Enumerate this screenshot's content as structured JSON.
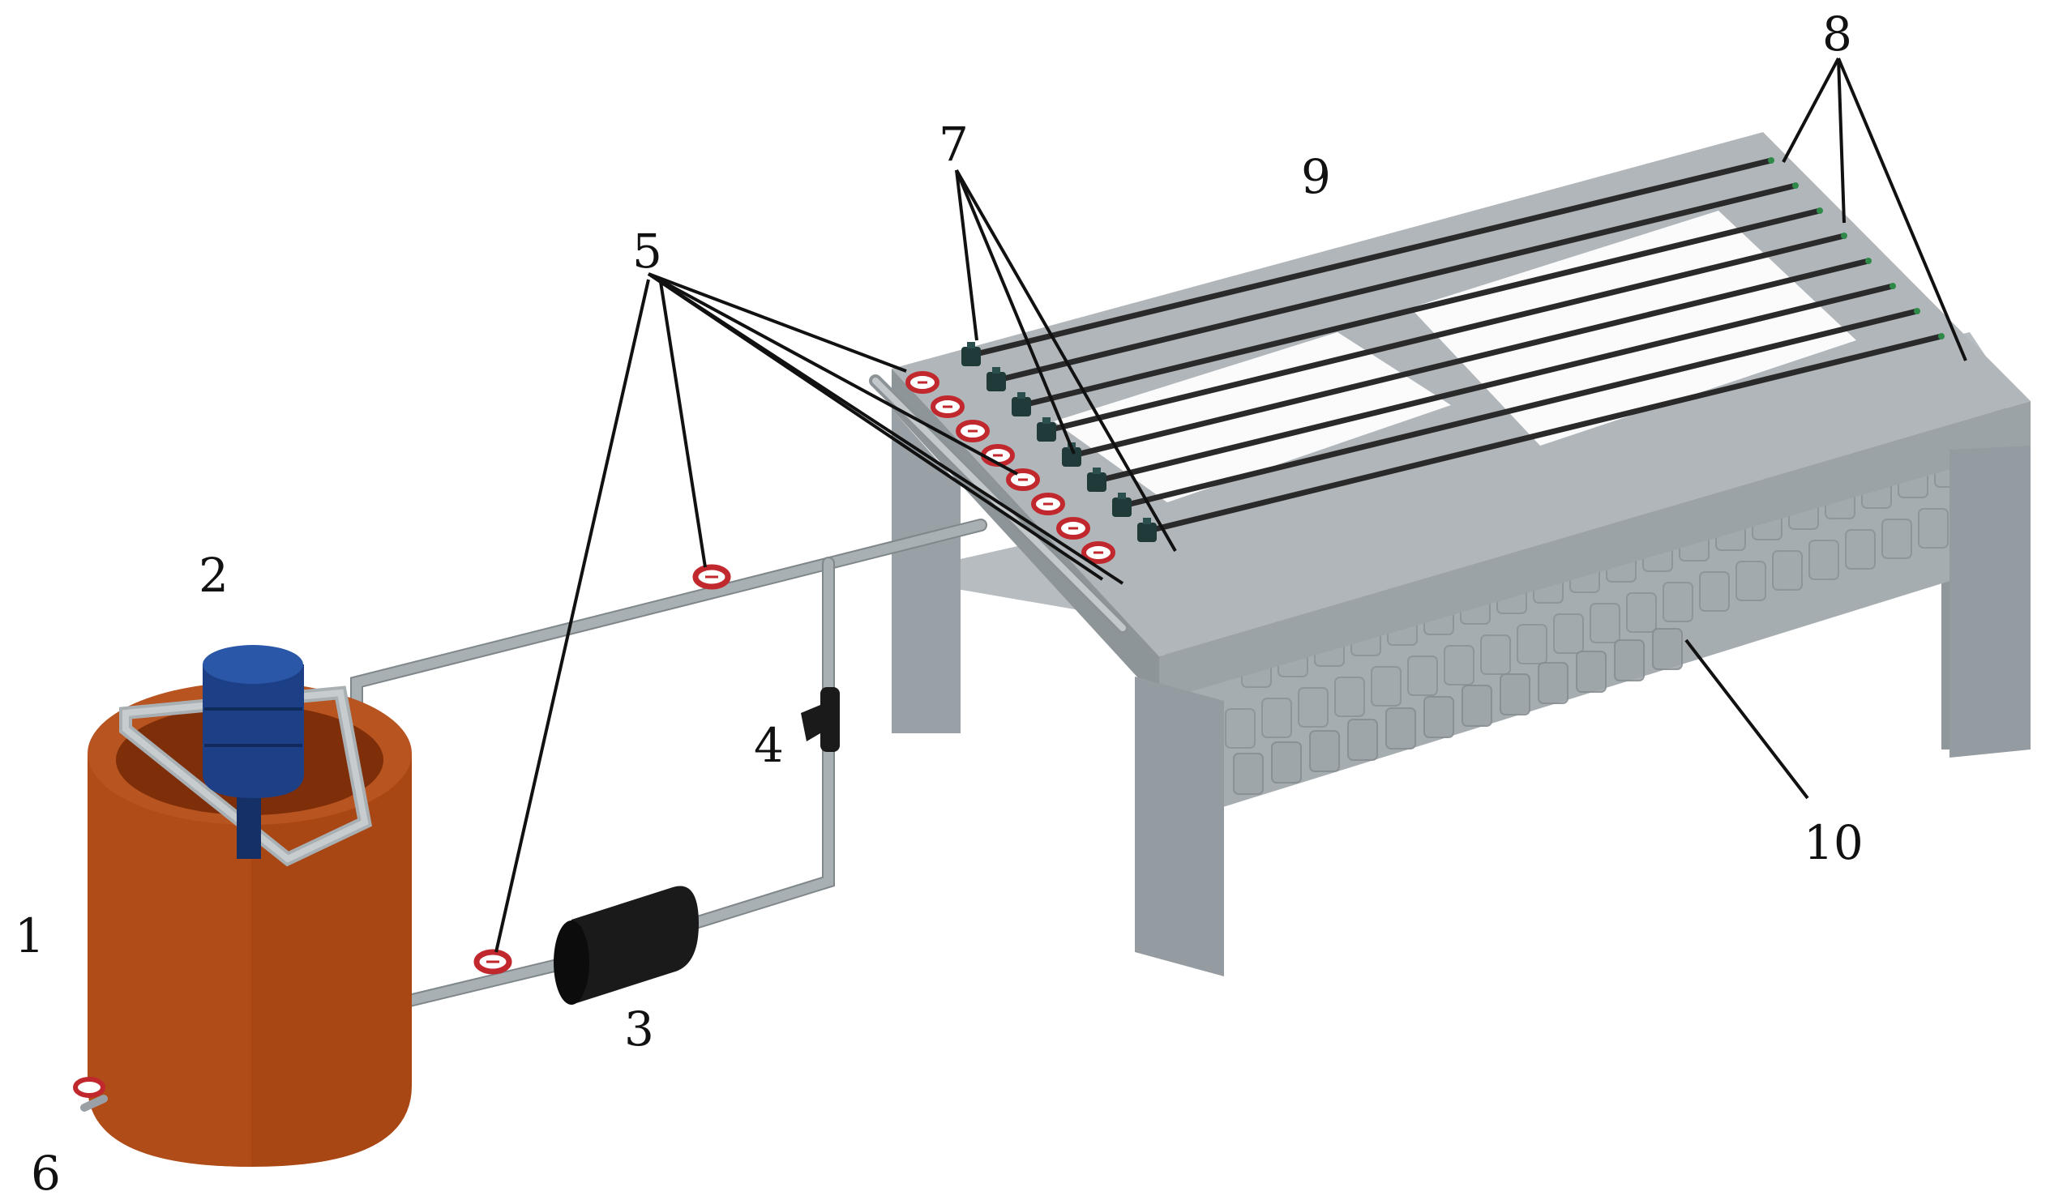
{
  "labels": {
    "l1": "1",
    "l2": "2",
    "l3": "3",
    "l4": "4",
    "l5": "5",
    "l6": "6",
    "l7": "7",
    "l8": "8",
    "l9": "9",
    "l10": "10"
  },
  "colors": {
    "tank": "#a94714",
    "tank_dark": "#7e2f0a",
    "motor": "#1c3f86",
    "pump": "#141414",
    "frame": "#9aa1a6",
    "frame_dark": "#7d8489",
    "frame_light": "#b3b9bd",
    "pipe": "#a9b0b4",
    "valve": "#c0282d",
    "tube": "#2a2a2a"
  },
  "icons": {
    "valve": "valve-icon",
    "emitter": "emitter-icon"
  }
}
